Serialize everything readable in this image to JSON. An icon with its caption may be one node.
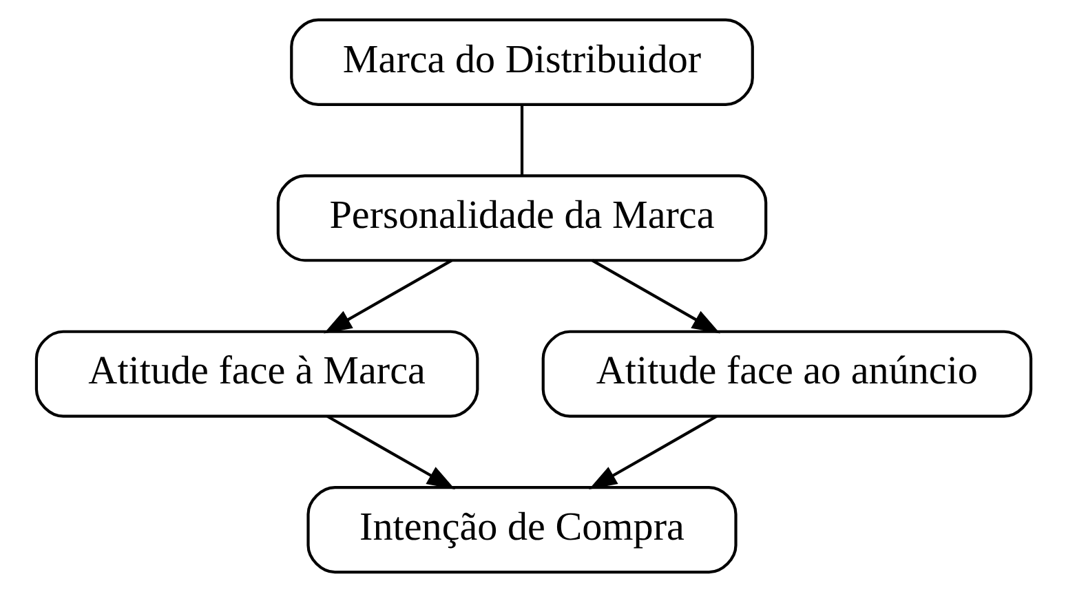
{
  "diagram": {
    "nodes": [
      {
        "text": [
          "Marca do Distribuidor"
        ]
      },
      {
        "text": [
          "Personalidade da Marca"
        ]
      },
      {
        "text": [
          "Atitude face à Marca"
        ]
      },
      {
        "text": [
          "Atitude face ao anúncio"
        ]
      },
      {
        "text": [
          "Intenção de Compra"
        ]
      }
    ],
    "edges": [
      {
        "from": 0,
        "to": 1,
        "arrow": "none"
      },
      {
        "from": 1,
        "to": 2,
        "arrow": "to"
      },
      {
        "from": 1,
        "to": 3,
        "arrow": "to"
      },
      {
        "from": 2,
        "to": 4,
        "arrow": "to"
      },
      {
        "from": 3,
        "to": 4,
        "arrow": "to"
      }
    ]
  }
}
